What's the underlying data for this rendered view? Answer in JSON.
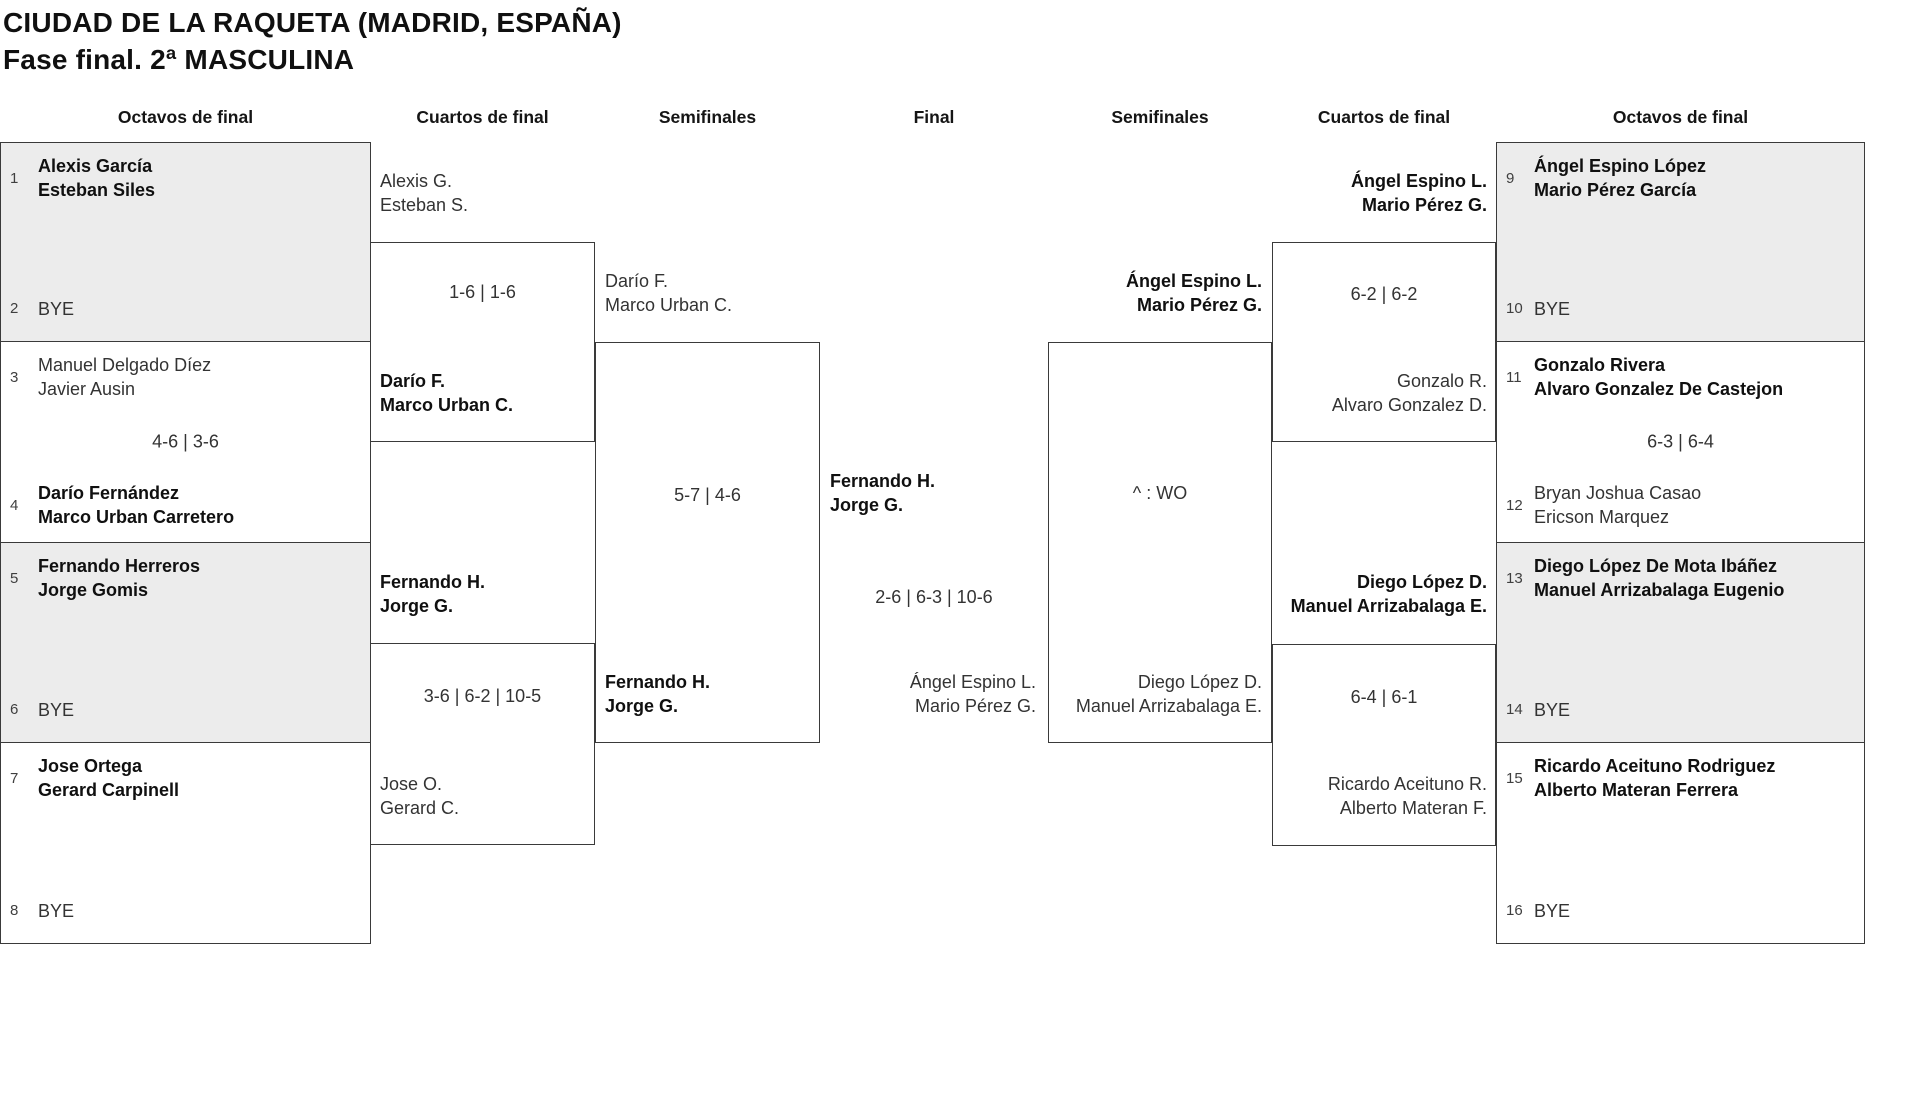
{
  "title": {
    "line1": "CIUDAD DE LA RAQUETA (MADRID, ESPAÑA)",
    "line2": "Fase final. 2ª MASCULINA"
  },
  "round_headers": [
    "Octavos de final",
    "Cuartos de final",
    "Semifinales",
    "Final",
    "Semifinales",
    "Cuartos de final",
    "Octavos de final"
  ],
  "colors": {
    "shaded_box": "#ececec",
    "box_border": "#3a3a3a",
    "text": "#1c1c1c"
  },
  "octavos": {
    "m1": {
      "seed_a": "1",
      "a1": "Alexis García",
      "a2": "Esteban Siles",
      "seed_b": "2",
      "b1": "BYE"
    },
    "m2": {
      "seed_a": "3",
      "a1": "Manuel Delgado Díez",
      "a2": "Javier Ausin",
      "score": "4-6 | 3-6",
      "seed_b": "4",
      "b1": "Darío Fernández",
      "b2": "Marco Urban Carretero"
    },
    "m3": {
      "seed_a": "5",
      "a1": "Fernando Herreros",
      "a2": "Jorge Gomis",
      "seed_b": "6",
      "b1": "BYE"
    },
    "m4": {
      "seed_a": "7",
      "a1": "Jose Ortega",
      "a2": "Gerard Carpinell",
      "seed_b": "8",
      "b1": "BYE"
    },
    "m5": {
      "seed_a": "9",
      "a1": "Ángel Espino López",
      "a2": "Mario Pérez García",
      "seed_b": "10",
      "b1": "BYE"
    },
    "m6": {
      "seed_a": "11",
      "a1": "Gonzalo Rivera",
      "a2": "Alvaro Gonzalez De Castejon",
      "score": "6-3 | 6-4",
      "seed_b": "12",
      "b1": "Bryan Joshua Casao",
      "b2": "Ericson Marquez"
    },
    "m7": {
      "seed_a": "13",
      "a1": "Diego López De Mota Ibáñez",
      "a2": "Manuel Arrizabalaga Eugenio",
      "seed_b": "14",
      "b1": "BYE"
    },
    "m8": {
      "seed_a": "15",
      "a1": "Ricardo Aceituno Rodriguez",
      "a2": "Alberto Materan Ferrera",
      "seed_b": "16",
      "b1": "BYE"
    }
  },
  "cuartos": {
    "l1": {
      "a1": "Alexis G.",
      "a2": "Esteban S.",
      "score": "1-6 | 1-6",
      "b1": "Darío F.",
      "b2": "Marco Urban C."
    },
    "l2": {
      "a1": "Fernando H.",
      "a2": "Jorge G.",
      "score": "3-6 | 6-2 | 10-5",
      "b1": "Jose O.",
      "b2": "Gerard C."
    },
    "r1": {
      "a1": "Ángel Espino L.",
      "a2": "Mario Pérez G.",
      "score": "6-2 | 6-2",
      "b1": "Gonzalo R.",
      "b2": "Alvaro Gonzalez D."
    },
    "r2": {
      "a1": "Diego López D.",
      "a2": "Manuel Arrizabalaga E.",
      "score": "6-4 | 6-1",
      "b1": "Ricardo Aceituno R.",
      "b2": "Alberto Materan F."
    }
  },
  "semifinales": {
    "l": {
      "a1": "Darío F.",
      "a2": "Marco Urban C.",
      "score": "5-7 | 4-6",
      "b1": "Fernando H.",
      "b2": "Jorge G."
    },
    "r": {
      "a1": "Ángel Espino L.",
      "a2": "Mario Pérez G.",
      "score": "^ : WO",
      "b1": "Diego López D.",
      "b2": "Manuel Arrizabalaga E."
    }
  },
  "final": {
    "a1": "Fernando H.",
    "a2": "Jorge G.",
    "score": "2-6 | 6-3 | 10-6",
    "b1": "Ángel Espino L.",
    "b2": "Mario Pérez G."
  }
}
